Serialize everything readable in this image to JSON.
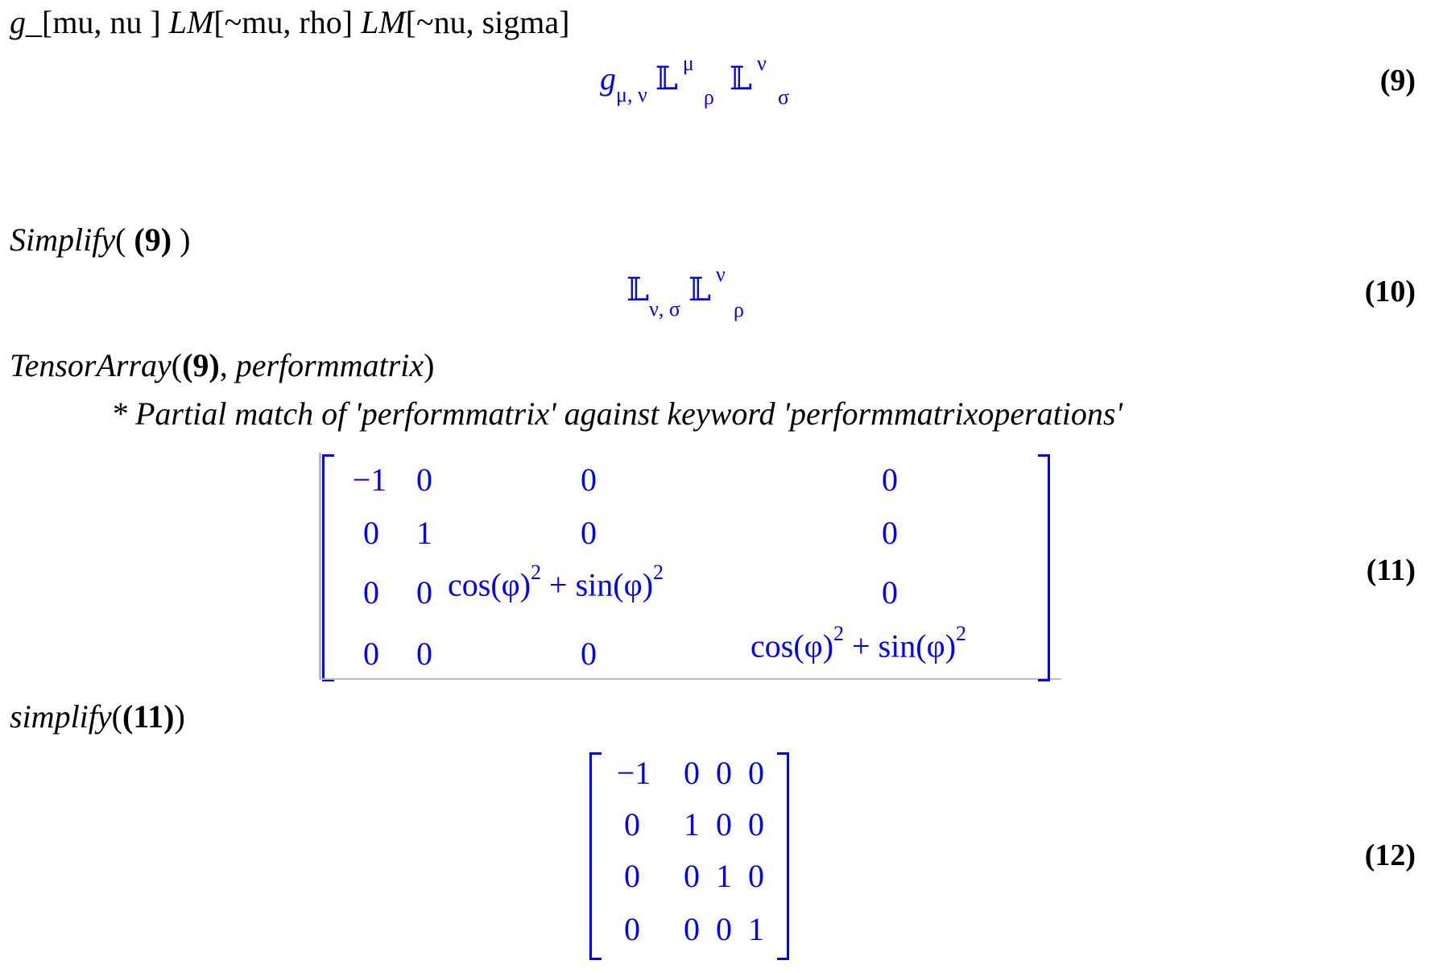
{
  "input1": {
    "g": "g_",
    "args1": "[mu, nu ]",
    "lm1": "LM",
    "args2": "[~mu, rho]",
    "lm2": "LM",
    "args3": "[~nu, sigma]"
  },
  "output9": {
    "g": "g",
    "g_sub": "μ, ν",
    "L1": "𝕃",
    "L1_sup": "μ",
    "L1_sub": "ρ",
    "L2": "𝕃",
    "L2_sup": "ν",
    "L2_sub": "σ",
    "label": "(9)"
  },
  "input2": {
    "fn": "Simplify",
    "open": "(",
    "ref": "(9)",
    "close": ")"
  },
  "output10": {
    "L1": "𝕃",
    "L1_sub": "ν, σ",
    "L2": "𝕃",
    "L2_sup": "ν",
    "L2_sub": "ρ",
    "label": "(10)"
  },
  "input3": {
    "fn": "TensorArray",
    "open": "(",
    "ref": "(9)",
    "comma": ",",
    "opt": "performmatrix",
    "close": ")"
  },
  "warning": "* Partial match of 'performmatrix' against keyword 'performmatrixoperations'",
  "output11": {
    "label": "(11)",
    "rows": [
      [
        "−1",
        "0",
        "0",
        "0"
      ],
      [
        "0",
        "1",
        "0",
        "0"
      ],
      [
        "0",
        "0",
        "cos(φ)² + sin(φ)²",
        "0"
      ],
      [
        "0",
        "0",
        "0",
        "cos(φ)² + sin(φ)²"
      ]
    ],
    "cos": "cos(φ)",
    "sin": "sin(φ)",
    "plus": "+",
    "exp": "2"
  },
  "input4": {
    "fn": "simplify",
    "open": "(",
    "ref": "(11)",
    "close": ")"
  },
  "output12": {
    "label": "(12)",
    "rows": [
      [
        "−1",
        "0",
        "0",
        "0"
      ],
      [
        "0",
        "1",
        "0",
        "0"
      ],
      [
        "0",
        "0",
        "1",
        "0"
      ],
      [
        "0",
        "0",
        "0",
        "1"
      ]
    ]
  },
  "colors": {
    "output": "#0000ff",
    "input": "#000000"
  }
}
